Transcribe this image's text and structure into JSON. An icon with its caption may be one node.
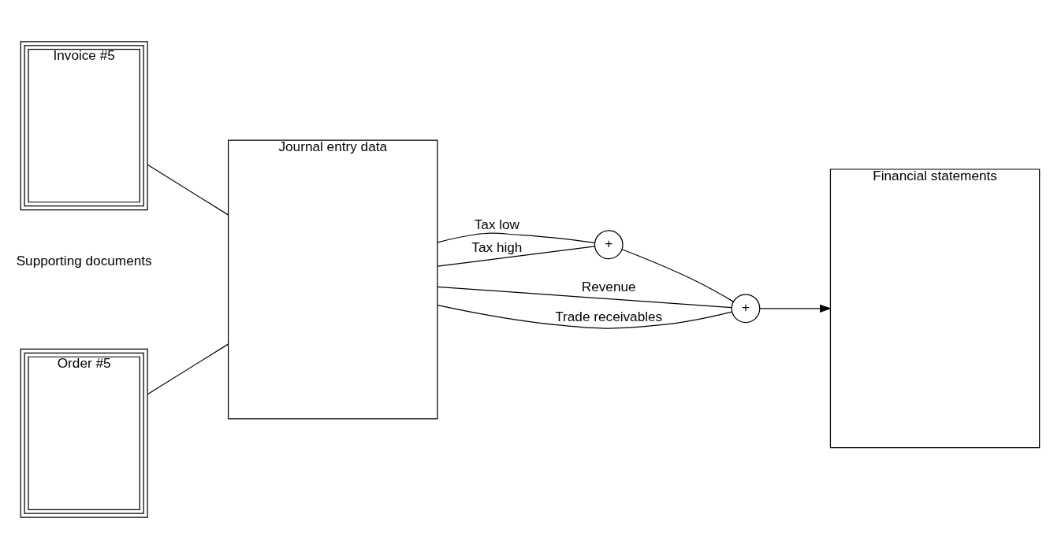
{
  "diagram": {
    "nodes": [
      {
        "text": [
          "Order #5"
        ]
      },
      {
        "text": [
          "Invoice #5"
        ]
      },
      {
        "text": [
          "Journal entry data"
        ]
      },
      {
        "text": [
          "+"
        ]
      },
      {
        "text": [
          "+"
        ]
      },
      {
        "text": [
          "Financial statements"
        ]
      }
    ],
    "edges": [
      {
        "from": 0,
        "to": 2,
        "arrow": "none"
      },
      {
        "from": 1,
        "to": 2,
        "arrow": "none"
      },
      {
        "from": 2,
        "to": 3,
        "label": "Tax low",
        "arrow": "none"
      },
      {
        "from": 2,
        "to": 3,
        "label": "Tax high",
        "arrow": "none"
      },
      {
        "from": 3,
        "to": 4,
        "arrow": "none"
      },
      {
        "from": 2,
        "to": 4,
        "label": "Revenue",
        "arrow": "none"
      },
      {
        "from": 2,
        "to": 4,
        "label": "Trade receivables",
        "arrow": "none"
      },
      {
        "from": 4,
        "to": 5,
        "arrow": "to"
      }
    ],
    "labels": [
      "Supporting documents"
    ]
  }
}
